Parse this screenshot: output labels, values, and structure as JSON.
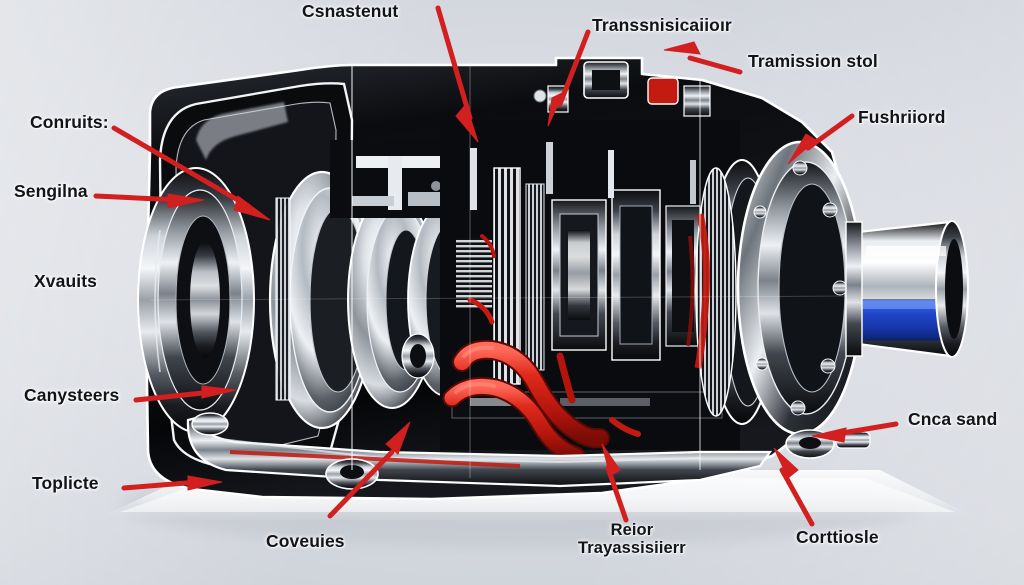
{
  "diagram": {
    "title": "Automatic transmission cutaway illustration",
    "background_color": "#d4d8de",
    "accent_color": "#d21f1f",
    "shaft_accent_color": "#1f45c8",
    "label_color": "#121418"
  },
  "callouts": [
    {
      "id": "csnastenut",
      "text": "Csnastenut",
      "position": "top-center-left"
    },
    {
      "id": "transmission-1",
      "text": "Transsnisicaiioır",
      "position": "top-center"
    },
    {
      "id": "tramission-stol",
      "text": "Tramission stol",
      "position": "top-right"
    },
    {
      "id": "fushriiord",
      "text": "Fushriiord",
      "position": "right-upper"
    },
    {
      "id": "conruits",
      "text": "Conruits:",
      "position": "left-upper"
    },
    {
      "id": "sengilna",
      "text": "Sengilna",
      "position": "left-upper-2"
    },
    {
      "id": "xvauits",
      "text": "Xvauits",
      "position": "left-middle"
    },
    {
      "id": "canysteers",
      "text": "Canysteers",
      "position": "left-lower"
    },
    {
      "id": "toplicte",
      "text": "Toplicte",
      "position": "left-bottom"
    },
    {
      "id": "cnca-sand",
      "text": "Cnca sand",
      "position": "right-lower"
    },
    {
      "id": "coveuies",
      "text": "Coveuies",
      "position": "bottom-left"
    },
    {
      "id": "reior-trans",
      "text": "Reior\nTrayassisiierr",
      "position": "bottom-center"
    },
    {
      "id": "corttiosle",
      "text": "Corttiosle",
      "position": "bottom-right"
    }
  ]
}
